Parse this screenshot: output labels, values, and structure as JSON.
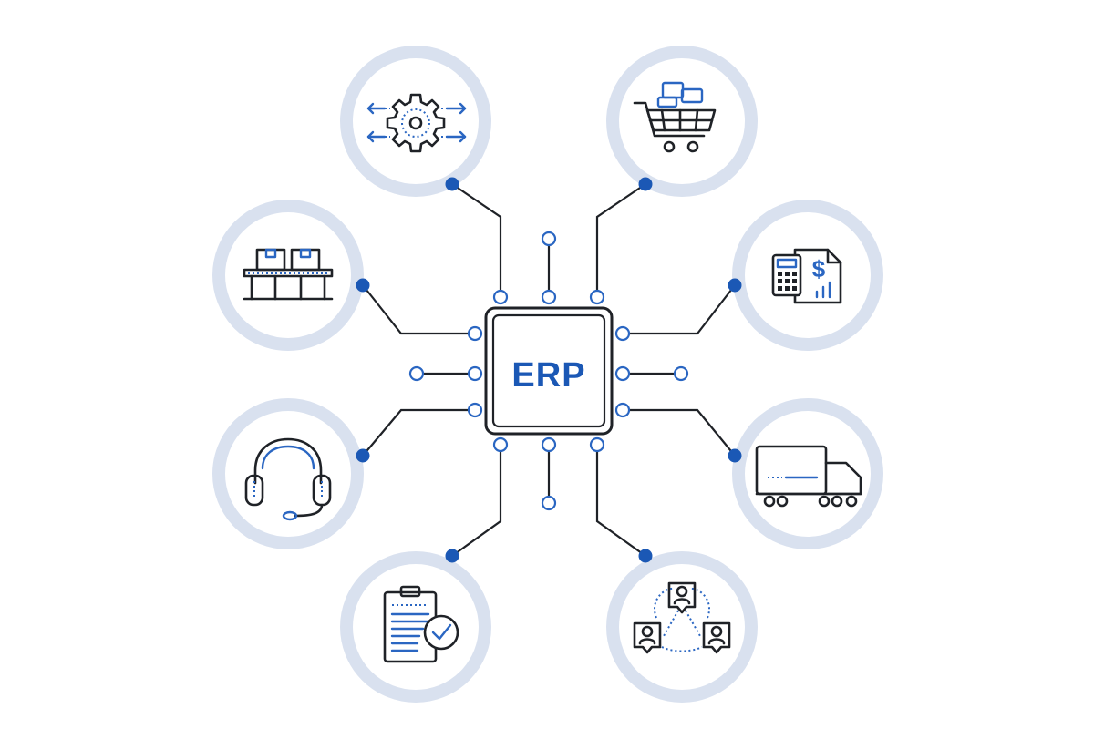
{
  "diagram": {
    "center_label": "ERP",
    "colors": {
      "accent": "#1b58b5",
      "accent_light": "#2a66c2",
      "ring": "#d9e1ef",
      "line": "#1f2227",
      "background": "#ffffff"
    },
    "modules": [
      {
        "id": "manufacturing",
        "icon": "gear-with-arrows-icon"
      },
      {
        "id": "purchasing",
        "icon": "shopping-cart-icon"
      },
      {
        "id": "inventory",
        "icon": "conveyor-boxes-icon"
      },
      {
        "id": "finance",
        "icon": "calculator-invoice-icon"
      },
      {
        "id": "customer-service",
        "icon": "headset-icon"
      },
      {
        "id": "logistics",
        "icon": "delivery-truck-icon"
      },
      {
        "id": "quality",
        "icon": "clipboard-check-icon"
      },
      {
        "id": "human-resources",
        "icon": "people-network-icon"
      }
    ]
  }
}
